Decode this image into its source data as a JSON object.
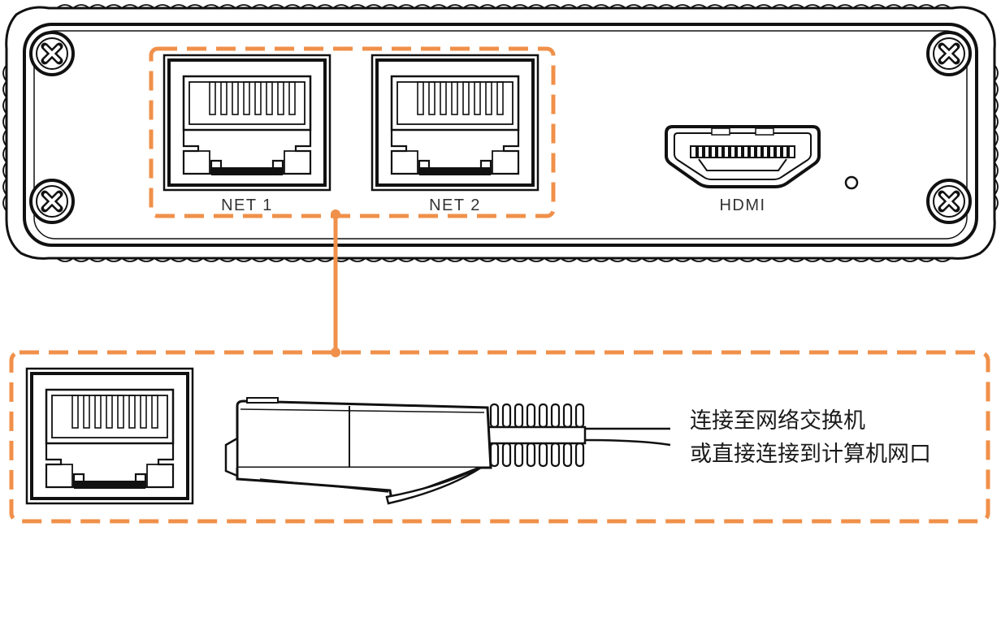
{
  "device": {
    "ports": [
      {
        "label": "NET 1",
        "icon": "rj45-port-icon"
      },
      {
        "label": "NET 2",
        "icon": "rj45-port-icon"
      },
      {
        "label": "HDMI",
        "icon": "hdmi-port-icon"
      }
    ]
  },
  "callout": {
    "caption_line1": "连接至网络交换机",
    "caption_line2": "或直接连接到计算机网口"
  },
  "colors": {
    "highlight": "#F0904A",
    "line": "#111111"
  }
}
